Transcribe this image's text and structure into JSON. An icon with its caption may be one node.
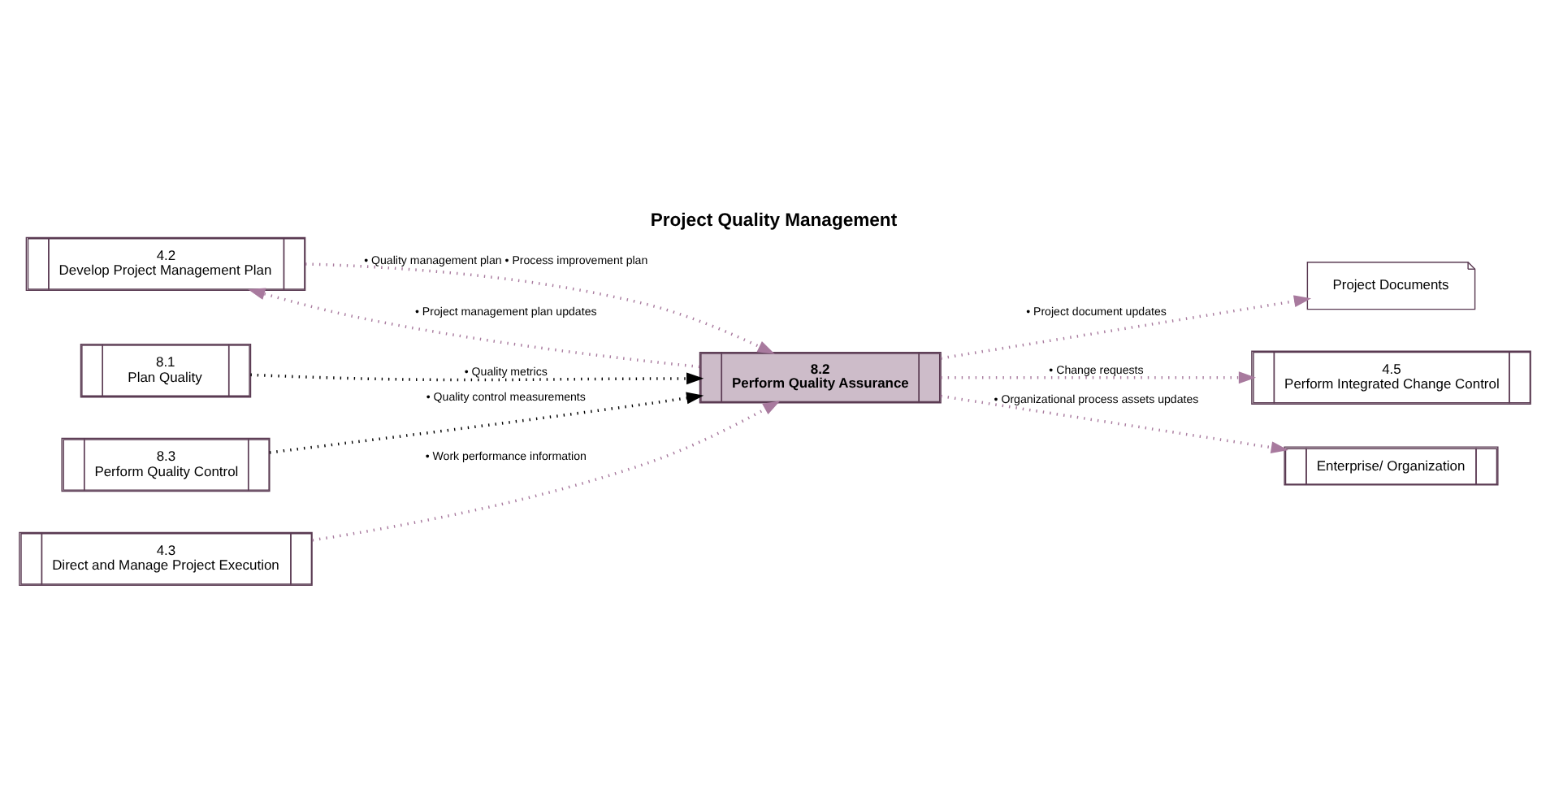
{
  "diagram": {
    "title": "Project Quality Management",
    "nodes": [
      {
        "text": [
          "4.2",
          "Develop Project Management Plan"
        ]
      },
      {
        "text": [
          "8.1",
          "Plan Quality"
        ]
      },
      {
        "text": [
          "8.3",
          "Perform Quality Control"
        ]
      },
      {
        "text": [
          "Project Documents"
        ]
      },
      {
        "text": [
          "8.2",
          "Perform Quality Assurance"
        ]
      },
      {
        "text": [
          "4.5",
          "Perform Integrated Change Control"
        ]
      },
      {
        "text": [
          "Enterprise/ Organization"
        ]
      },
      {
        "text": [
          "4.3",
          "Direct and Manage Project Execution"
        ]
      }
    ],
    "edges": [
      {
        "from": 0,
        "to": 4,
        "arrow": "to",
        "label": "• Quality management plan • Process improvement plan",
        "style": "dashed"
      },
      {
        "from": 1,
        "to": 4,
        "arrow": "to",
        "label": "• Quality metrics",
        "style": "dashed",
        "color": "#000000"
      },
      {
        "from": 2,
        "to": 4,
        "arrow": "to",
        "label": "• Quality control measurements",
        "style": "dashed",
        "color": "#000000"
      },
      {
        "from": 4,
        "to": 0,
        "arrow": "to",
        "label": "• Project management plan updates",
        "style": "dashed"
      },
      {
        "from": 7,
        "to": 4,
        "arrow": "to",
        "label": "• Work performance information",
        "style": "dashed"
      },
      {
        "from": 4,
        "to": 3,
        "arrow": "to",
        "label": "• Project document updates",
        "style": "dashed"
      },
      {
        "from": 4,
        "to": 5,
        "arrow": "to",
        "label": "• Change requests",
        "style": "dashed"
      },
      {
        "from": 4,
        "to": 6,
        "arrow": "to",
        "label": "• Organizational process assets updates",
        "style": "dashed"
      }
    ]
  }
}
